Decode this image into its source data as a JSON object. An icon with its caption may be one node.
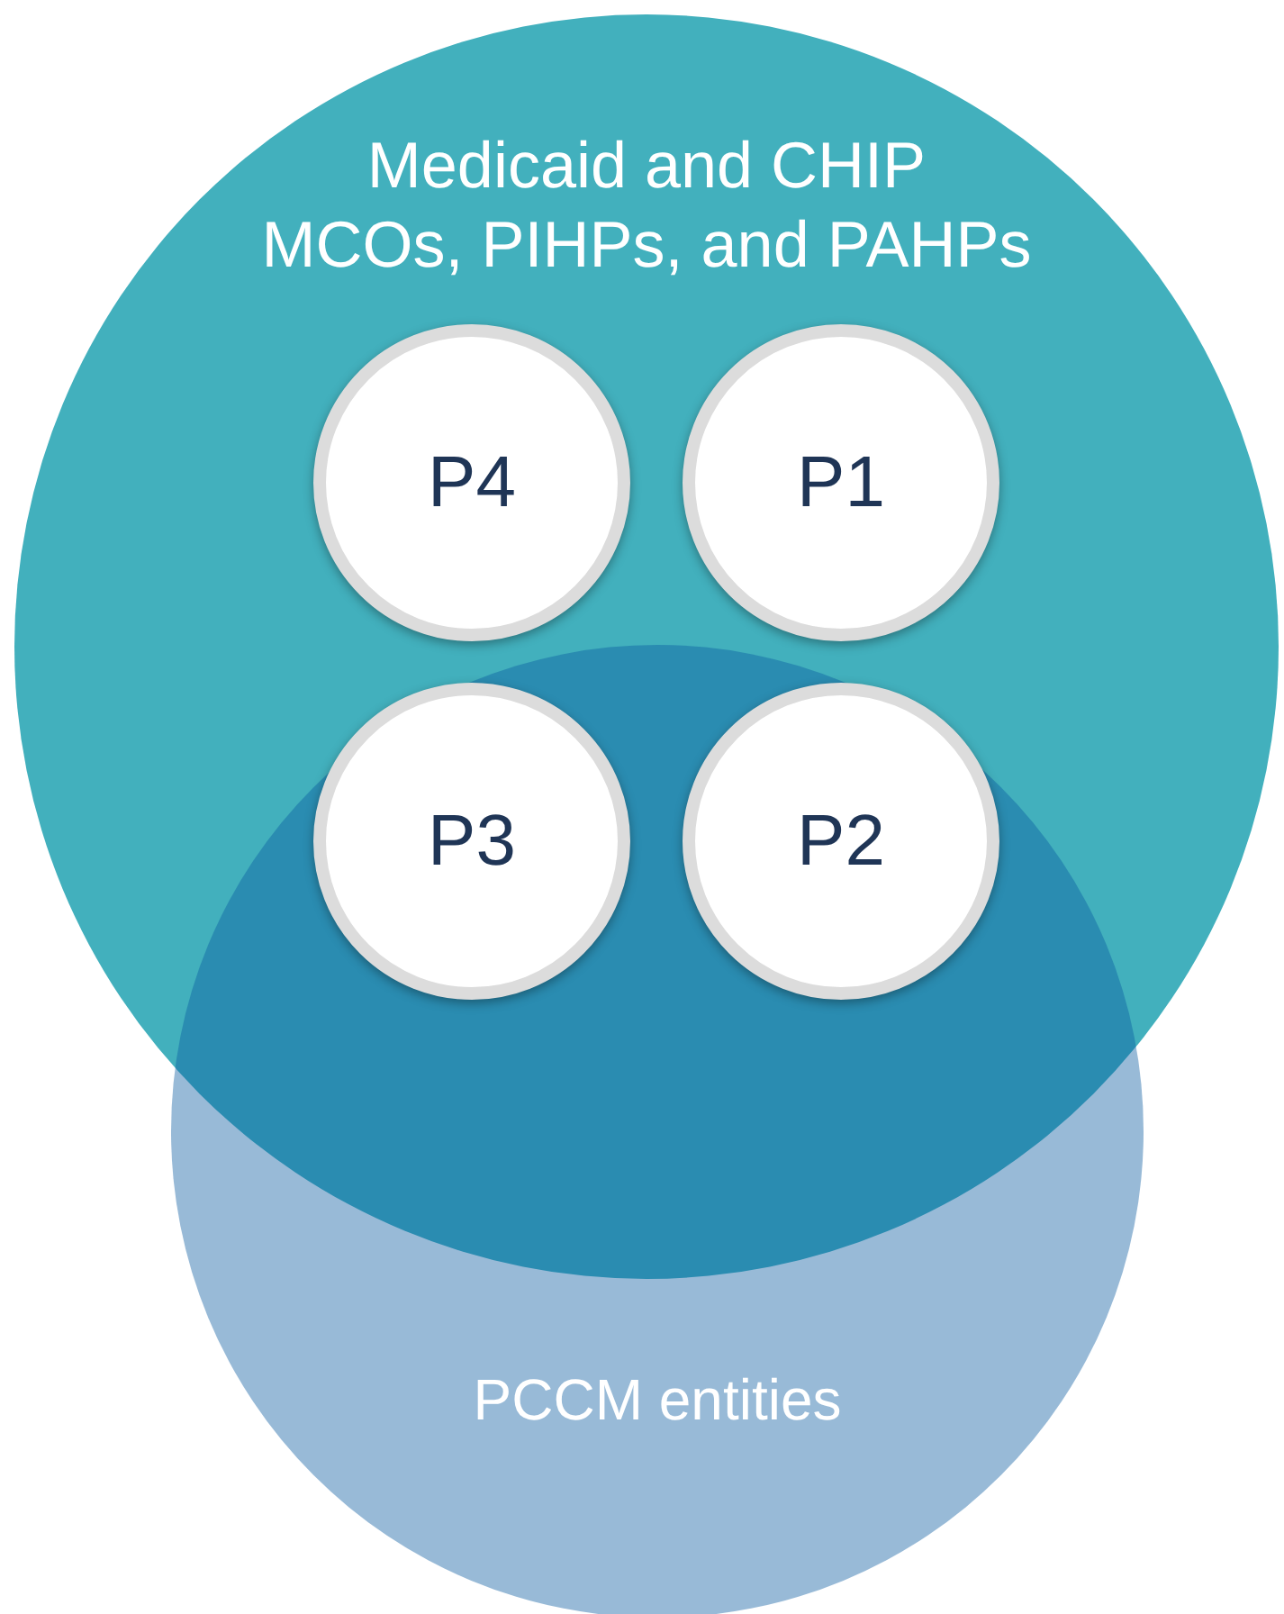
{
  "diagram": {
    "nodes": [
      {
        "text": [
          "Medicaid and CHIP MCOs, PIHPs, and PAHPs"
        ]
      },
      {
        "text": [
          "PCCM entities"
        ]
      },
      {
        "text": [
          "P4"
        ],
        "in": 0
      },
      {
        "text": [
          "P1"
        ],
        "in": 0
      },
      {
        "text": [
          "P3"
        ]
      },
      {
        "text": [
          "P2"
        ]
      }
    ]
  }
}
